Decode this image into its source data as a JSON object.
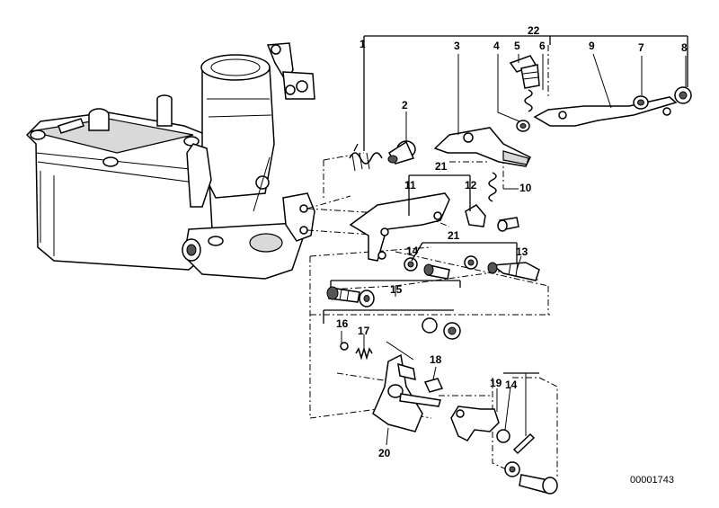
{
  "diagram": {
    "reference": "00001743",
    "callouts": [
      "1",
      "2",
      "3",
      "4",
      "5",
      "6",
      "7",
      "8",
      "9",
      "10",
      "11",
      "12",
      "13",
      "14",
      "15",
      "16",
      "17",
      "18",
      "19",
      "14",
      "20",
      "21",
      "21",
      "22"
    ]
  }
}
